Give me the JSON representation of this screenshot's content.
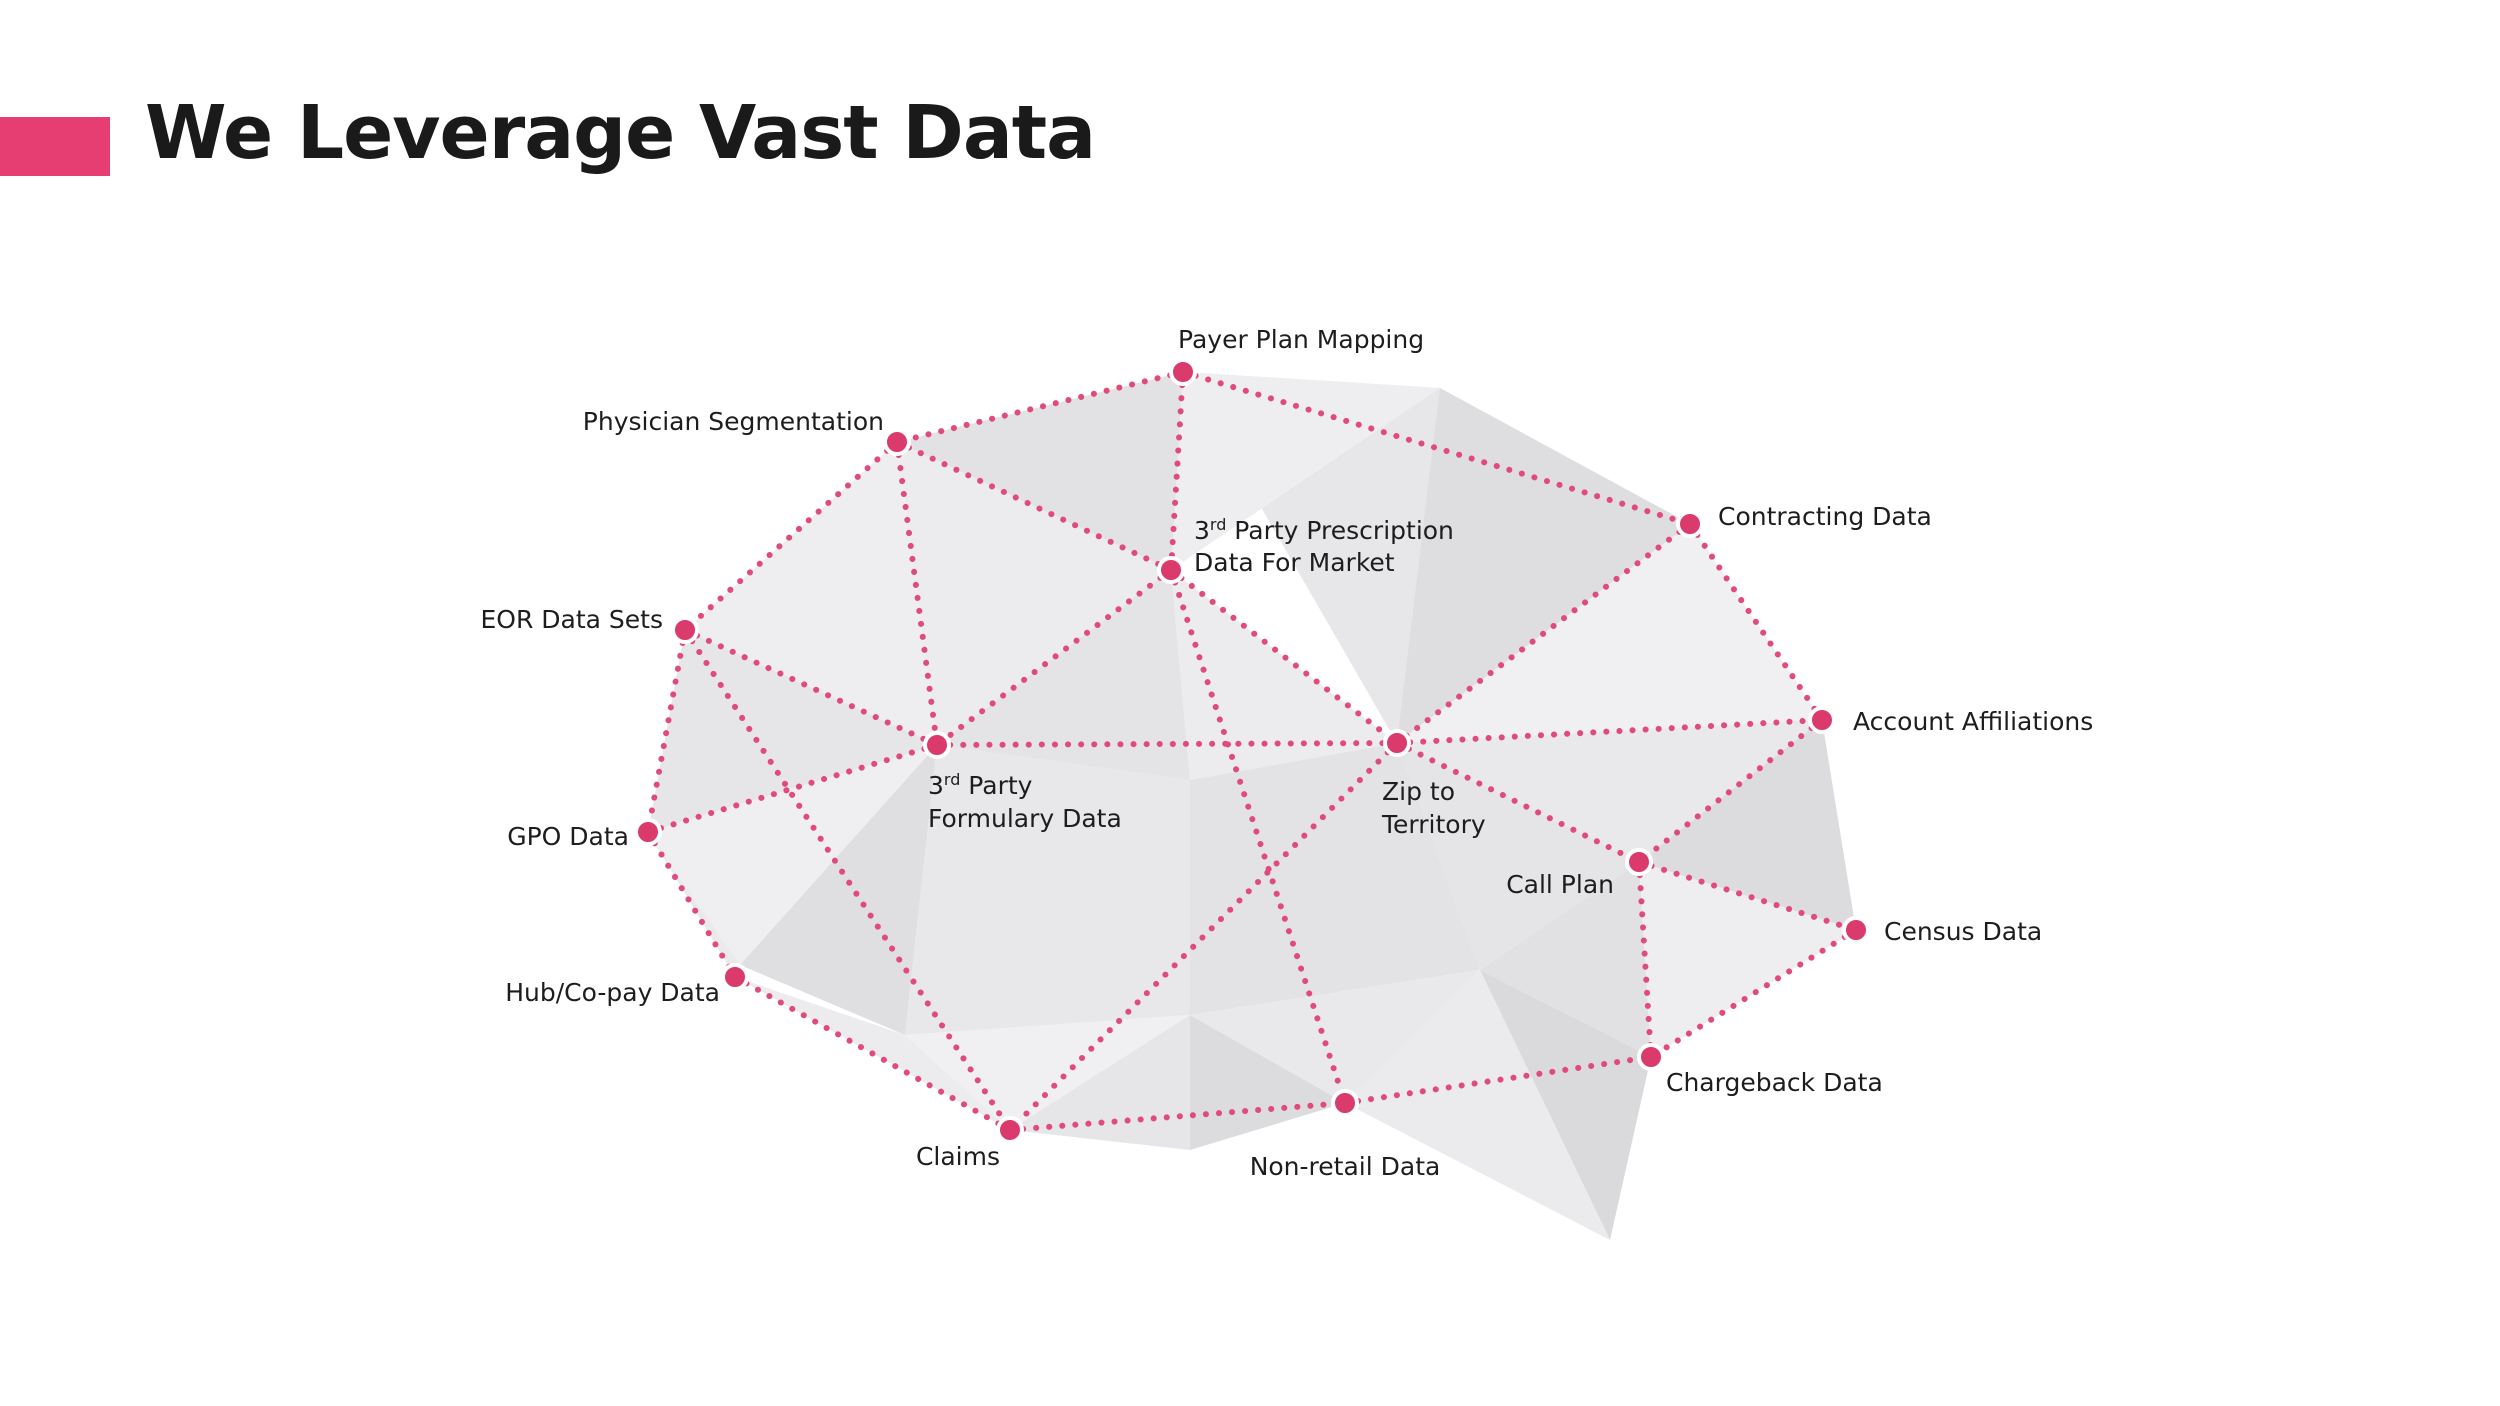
{
  "slide": {
    "title": "We Leverage Vast Data",
    "accent_color": "#E63D72"
  },
  "diagram": {
    "type": "network",
    "node_color": "#DB3A6C",
    "edge_color": "#E04B7C",
    "nodes": [
      {
        "id": "payer",
        "lines": [
          {
            "text": "Payer Plan Mapping"
          }
        ]
      },
      {
        "id": "physician",
        "lines": [
          {
            "text": "Physician Segmentation"
          }
        ]
      },
      {
        "id": "prescription",
        "lines": [
          {
            "text": "3",
            "sup": "rd",
            "rest": " Party Prescription"
          },
          {
            "text": "Data For Market"
          }
        ]
      },
      {
        "id": "contracting",
        "lines": [
          {
            "text": "Contracting Data"
          }
        ]
      },
      {
        "id": "eor",
        "lines": [
          {
            "text": "EOR Data Sets"
          }
        ]
      },
      {
        "id": "formulary",
        "lines": [
          {
            "text": "3",
            "sup": "rd",
            "rest": " Party"
          },
          {
            "text": "Formulary Data"
          }
        ]
      },
      {
        "id": "zip",
        "lines": [
          {
            "text": "Zip to"
          },
          {
            "text": "Territory"
          }
        ]
      },
      {
        "id": "affiliations",
        "lines": [
          {
            "text": "Account Affiliations"
          }
        ]
      },
      {
        "id": "gpo",
        "lines": [
          {
            "text": "GPO Data"
          }
        ]
      },
      {
        "id": "callplan",
        "lines": [
          {
            "text": "Call Plan"
          }
        ]
      },
      {
        "id": "census",
        "lines": [
          {
            "text": "Census Data"
          }
        ]
      },
      {
        "id": "hub",
        "lines": [
          {
            "text": "Hub/Co-pay Data"
          }
        ]
      },
      {
        "id": "chargeback",
        "lines": [
          {
            "text": "Chargeback Data"
          }
        ]
      },
      {
        "id": "claims",
        "lines": [
          {
            "text": "Claims"
          }
        ]
      },
      {
        "id": "nonretail",
        "lines": [
          {
            "text": "Non-retail Data"
          }
        ]
      }
    ],
    "edges": [
      [
        "payer",
        "physician"
      ],
      [
        "payer",
        "prescription"
      ],
      [
        "payer",
        "contracting"
      ],
      [
        "physician",
        "eor"
      ],
      [
        "physician",
        "prescription"
      ],
      [
        "physician",
        "formulary"
      ],
      [
        "prescription",
        "formulary"
      ],
      [
        "prescription",
        "zip"
      ],
      [
        "prescription",
        "nonretail"
      ],
      [
        "contracting",
        "zip"
      ],
      [
        "contracting",
        "affiliations"
      ],
      [
        "eor",
        "formulary"
      ],
      [
        "eor",
        "gpo"
      ],
      [
        "eor",
        "claims"
      ],
      [
        "formulary",
        "gpo"
      ],
      [
        "formulary",
        "zip"
      ],
      [
        "zip",
        "affiliations"
      ],
      [
        "zip",
        "callplan"
      ],
      [
        "zip",
        "claims"
      ],
      [
        "affiliations",
        "callplan"
      ],
      [
        "callplan",
        "census"
      ],
      [
        "callplan",
        "chargeback"
      ],
      [
        "census",
        "chargeback"
      ],
      [
        "gpo",
        "hub"
      ],
      [
        "hub",
        "claims"
      ],
      [
        "claims",
        "nonretail"
      ],
      [
        "nonretail",
        "chargeback"
      ]
    ]
  }
}
